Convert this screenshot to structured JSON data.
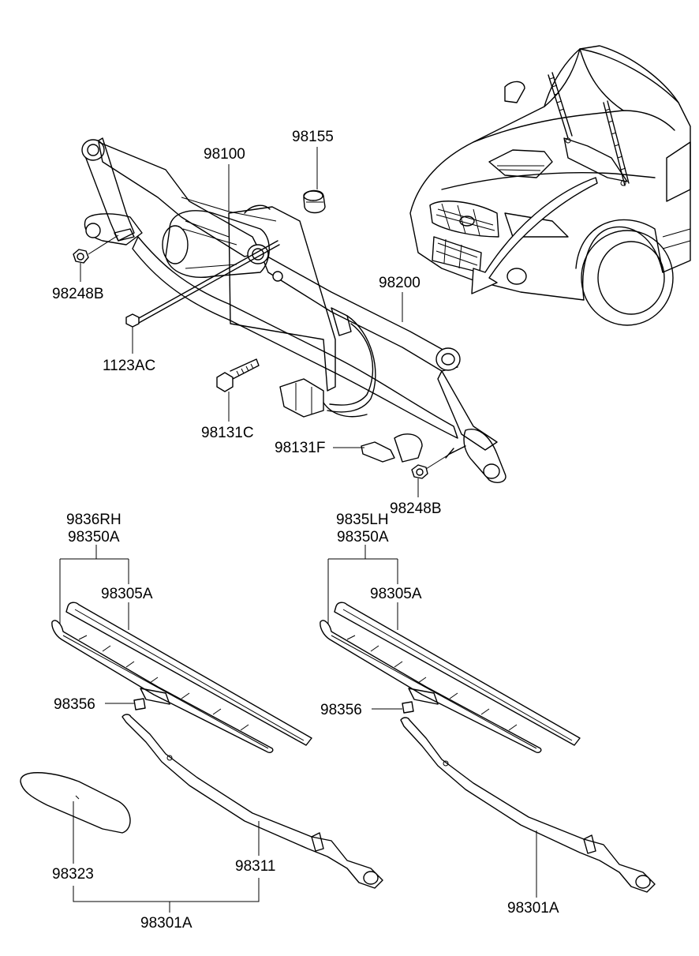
{
  "labels": {
    "l98100": "98100",
    "l98155": "98155",
    "l98248B_top": "98248B",
    "l98200": "98200",
    "l1123AC": "1123AC",
    "l98131C": "98131C",
    "l98131F": "98131F",
    "l98248B_bot": "98248B",
    "l9836RH": "9836RH",
    "l98350A_left": "98350A",
    "l98305A_left": "98305A",
    "l9835LH": "9835LH",
    "l98350A_right": "98350A",
    "l98305A_right": "98305A",
    "l98356_left": "98356",
    "l98356_right": "98356",
    "l98323": "98323",
    "l98311": "98311",
    "l98301A_left": "98301A",
    "l98301A_right": "98301A"
  }
}
